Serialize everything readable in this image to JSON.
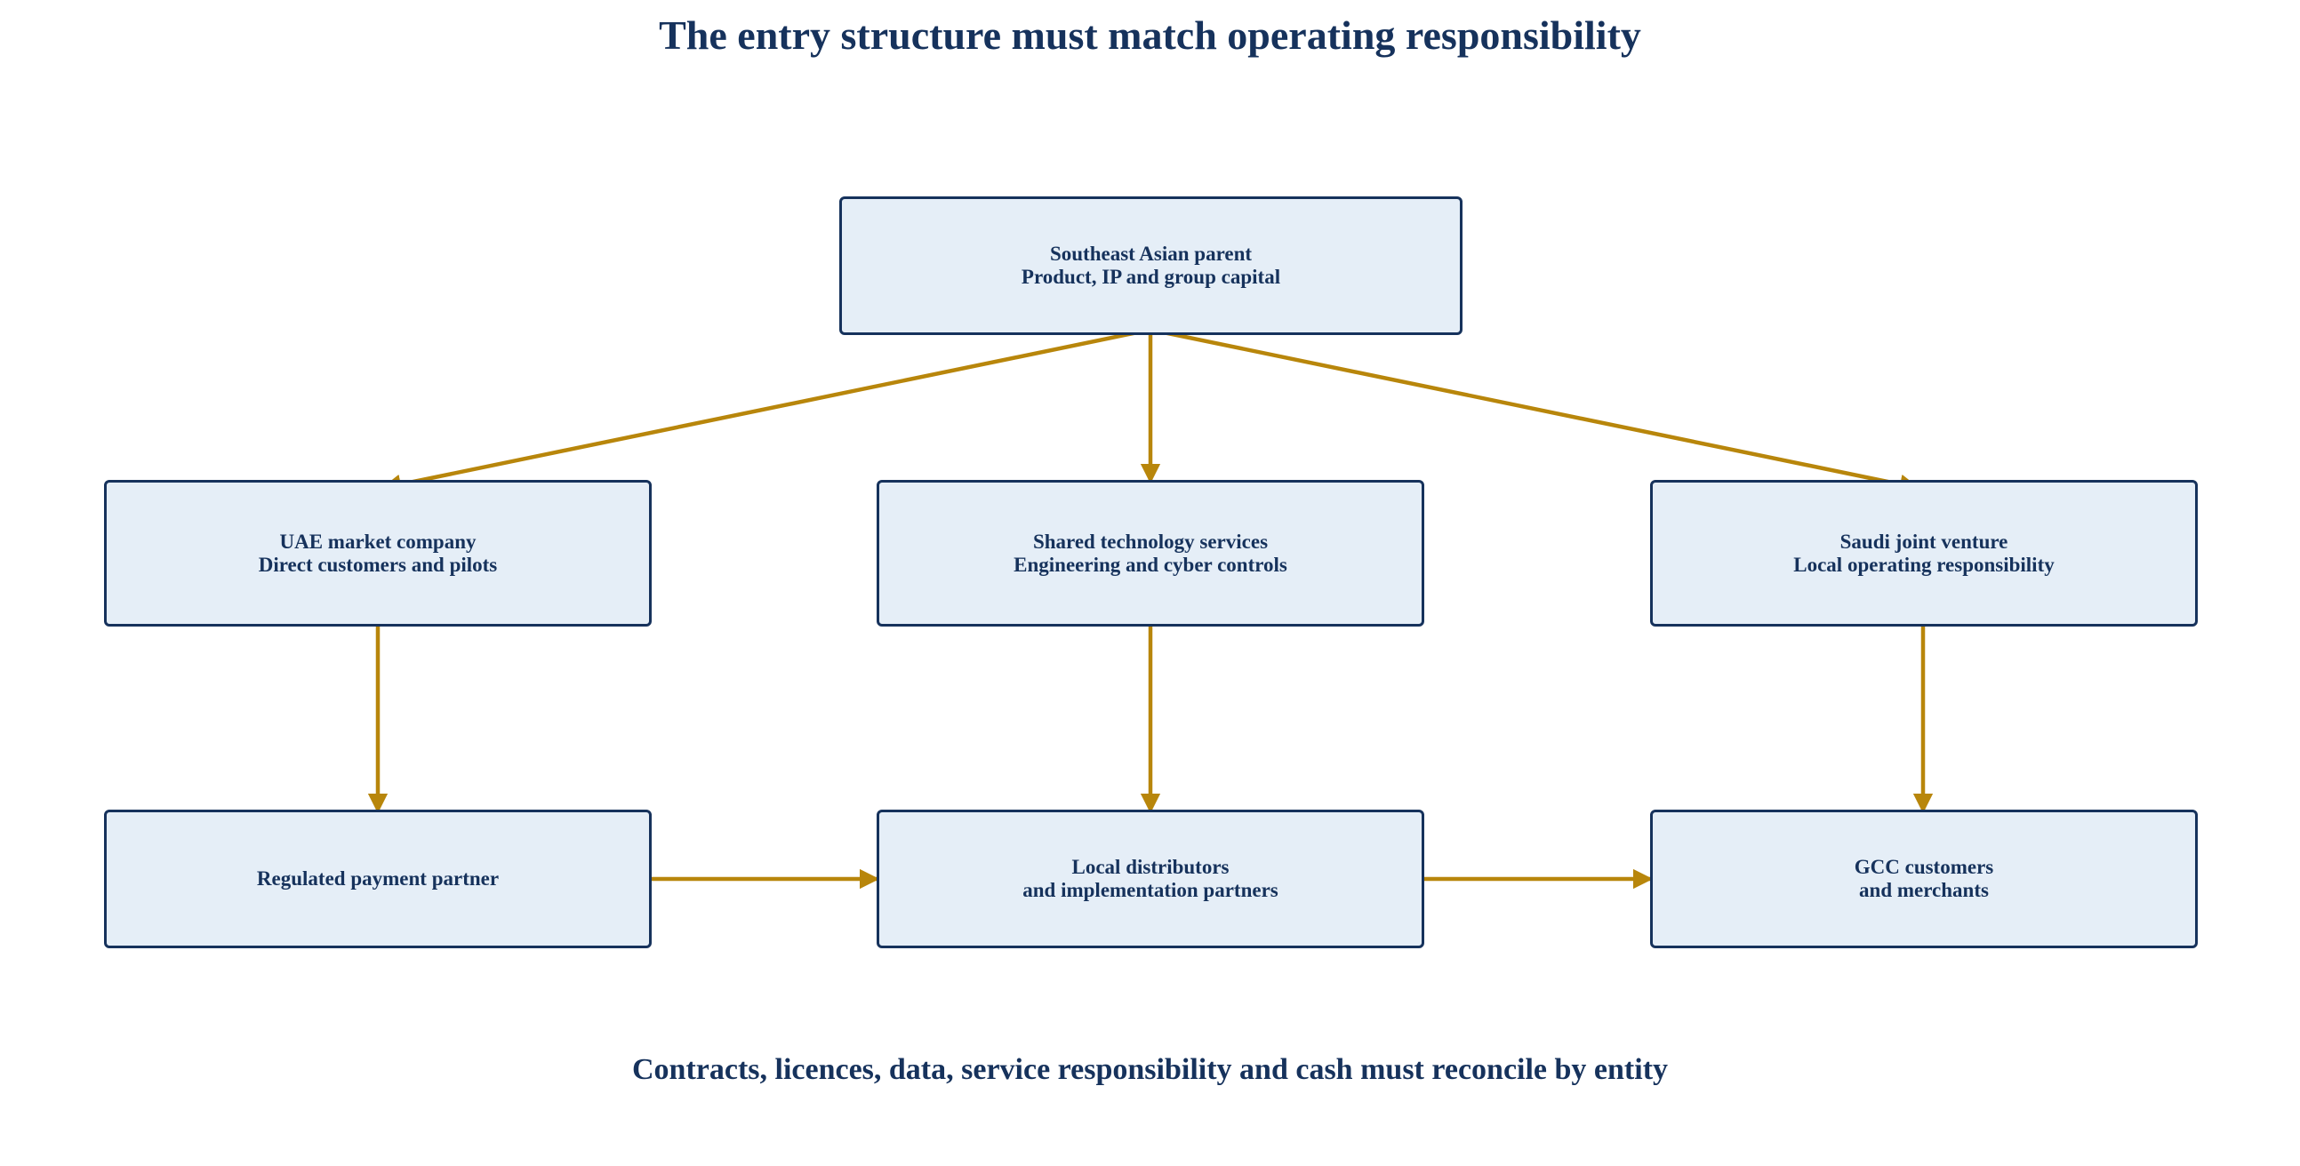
{
  "diagram": {
    "title": "The entry structure must match operating responsibility",
    "footer": "Contracts, licences, data, service responsibility and cash must reconcile by entity",
    "colors": {
      "node_fill": "#e5eef7",
      "node_border": "#16325c",
      "text": "#16325c",
      "arrow": "#b8860b",
      "background": "#ffffff"
    },
    "nodes": {
      "parent": {
        "line1": "Southeast Asian parent",
        "line2": "Product, IP and group capital"
      },
      "uae": {
        "line1": "UAE market company",
        "line2": "Direct customers and pilots"
      },
      "shared": {
        "line1": "Shared technology services",
        "line2": "Engineering and cyber controls"
      },
      "saudi": {
        "line1": "Saudi joint venture",
        "line2": "Local operating responsibility"
      },
      "payment": {
        "line1": "Regulated payment partner",
        "line2": ""
      },
      "distributors": {
        "line1": "Local distributors",
        "line2": "and implementation partners"
      },
      "gcc": {
        "line1": "GCC customers",
        "line2": "and merchants"
      }
    },
    "edges": [
      {
        "from": "parent",
        "to": "uae"
      },
      {
        "from": "parent",
        "to": "shared"
      },
      {
        "from": "parent",
        "to": "saudi"
      },
      {
        "from": "uae",
        "to": "payment"
      },
      {
        "from": "shared",
        "to": "distributors"
      },
      {
        "from": "saudi",
        "to": "gcc"
      },
      {
        "from": "payment",
        "to": "distributors"
      },
      {
        "from": "distributors",
        "to": "gcc"
      }
    ]
  }
}
